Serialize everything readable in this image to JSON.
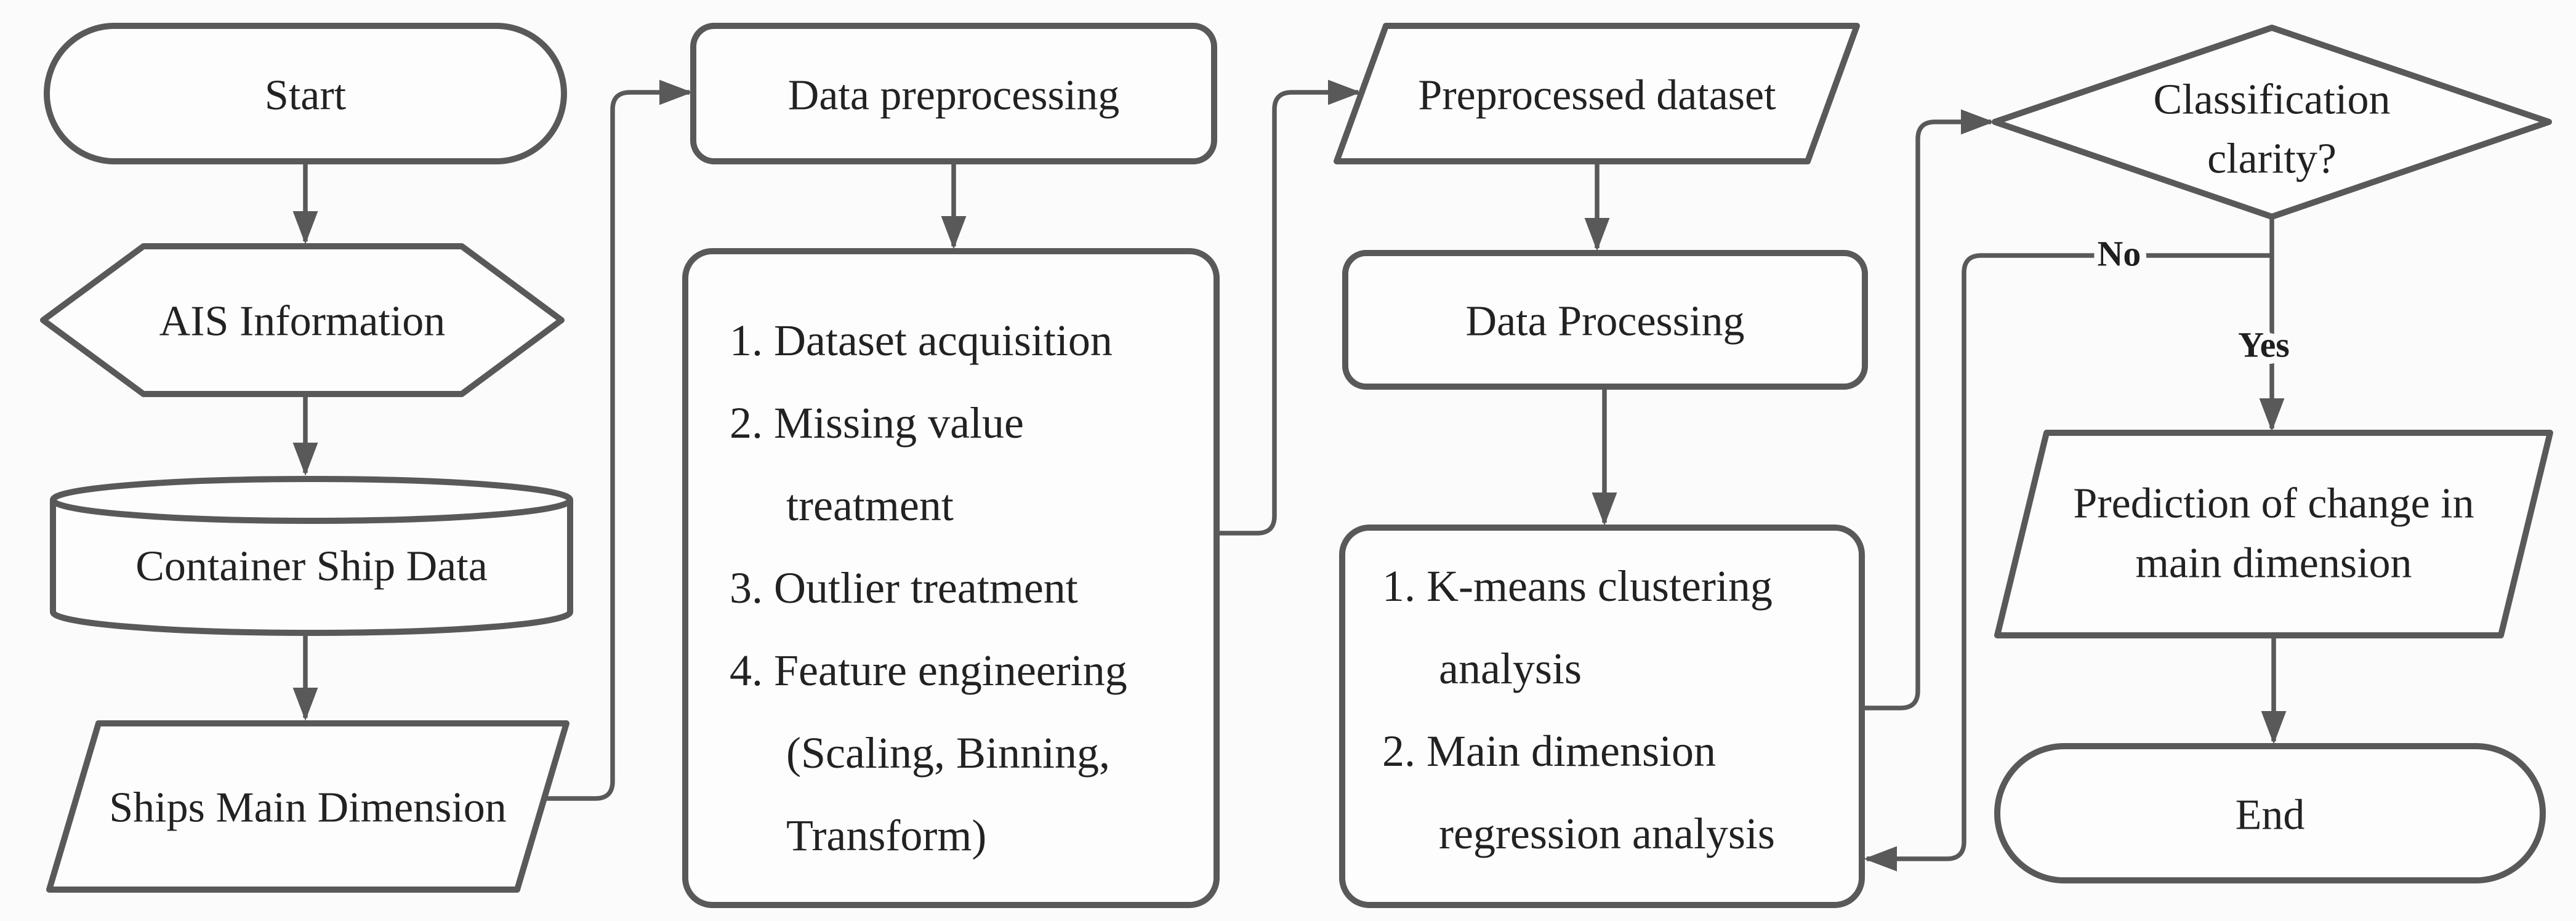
{
  "diagram": {
    "type": "flowchart",
    "colors": {
      "background": "#fbfbfb",
      "shape_fill": "#fdfdfd",
      "stroke": "#595959",
      "text": "#222222"
    },
    "nodes": {
      "start": {
        "shape": "stadium",
        "label": "Start"
      },
      "ais_information": {
        "shape": "hexagon",
        "label": "AIS Information"
      },
      "container_ship_data": {
        "shape": "cylinder",
        "label": "Container Ship Data"
      },
      "ships_main_dimension": {
        "shape": "parallelogram",
        "label": "Ships Main Dimension"
      },
      "data_preprocessing": {
        "shape": "rounded-rectangle",
        "label": "Data preprocessing"
      },
      "preprocessing_steps": {
        "shape": "rounded-rectangle",
        "lines": [
          "1. Dataset acquisition",
          "2. Missing value",
          "treatment",
          "3. Outlier treatment",
          "4. Feature engineering",
          "(Scaling, Binning,",
          "Transform)"
        ]
      },
      "preprocessed_dataset": {
        "shape": "parallelogram",
        "label": "Preprocessed dataset"
      },
      "data_processing": {
        "shape": "rounded-rectangle",
        "label": "Data Processing"
      },
      "analysis_steps": {
        "shape": "rounded-rectangle",
        "lines": [
          "1. K-means clustering",
          "analysis",
          "2. Main dimension",
          "regression analysis"
        ]
      },
      "classification_clarity": {
        "shape": "diamond",
        "lines": [
          "Classification",
          "clarity?"
        ]
      },
      "prediction": {
        "shape": "parallelogram",
        "lines": [
          "Prediction of change in",
          "main dimension"
        ]
      },
      "end": {
        "shape": "stadium",
        "label": "End"
      }
    },
    "edge_labels": {
      "yes": "Yes",
      "no": "No"
    }
  }
}
